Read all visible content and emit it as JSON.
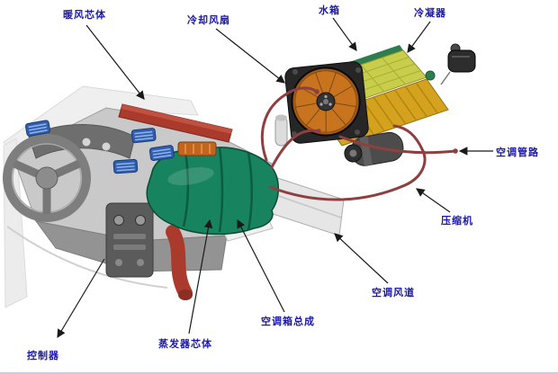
{
  "diagram": {
    "type": "labeled-illustration",
    "labels": [
      {
        "id": "heater-core",
        "text": "暖风芯体"
      },
      {
        "id": "cooling-fan",
        "text": "冷却风扇"
      },
      {
        "id": "water-tank",
        "text": "水箱"
      },
      {
        "id": "condenser",
        "text": "冷凝器"
      },
      {
        "id": "ac-pipes",
        "text": "空调管路"
      },
      {
        "id": "compressor",
        "text": "压缩机"
      },
      {
        "id": "ac-duct",
        "text": "空调风道"
      },
      {
        "id": "ac-box-assembly",
        "text": "空调箱总成"
      },
      {
        "id": "evaporator-core",
        "text": "蒸发器芯体"
      },
      {
        "id": "controller",
        "text": "控制器"
      }
    ],
    "colors": {
      "label_text": "#1b18a8",
      "hvac_box_green": "#17835f",
      "fan_orange": "#c8741f",
      "radiator_gold": "#d4a21c",
      "condenser_yellow": "#c9ce4a",
      "vent_blue": "#2f5fae",
      "duct_red": "#a93a2c",
      "pipe_maroon": "#8e4040"
    }
  }
}
